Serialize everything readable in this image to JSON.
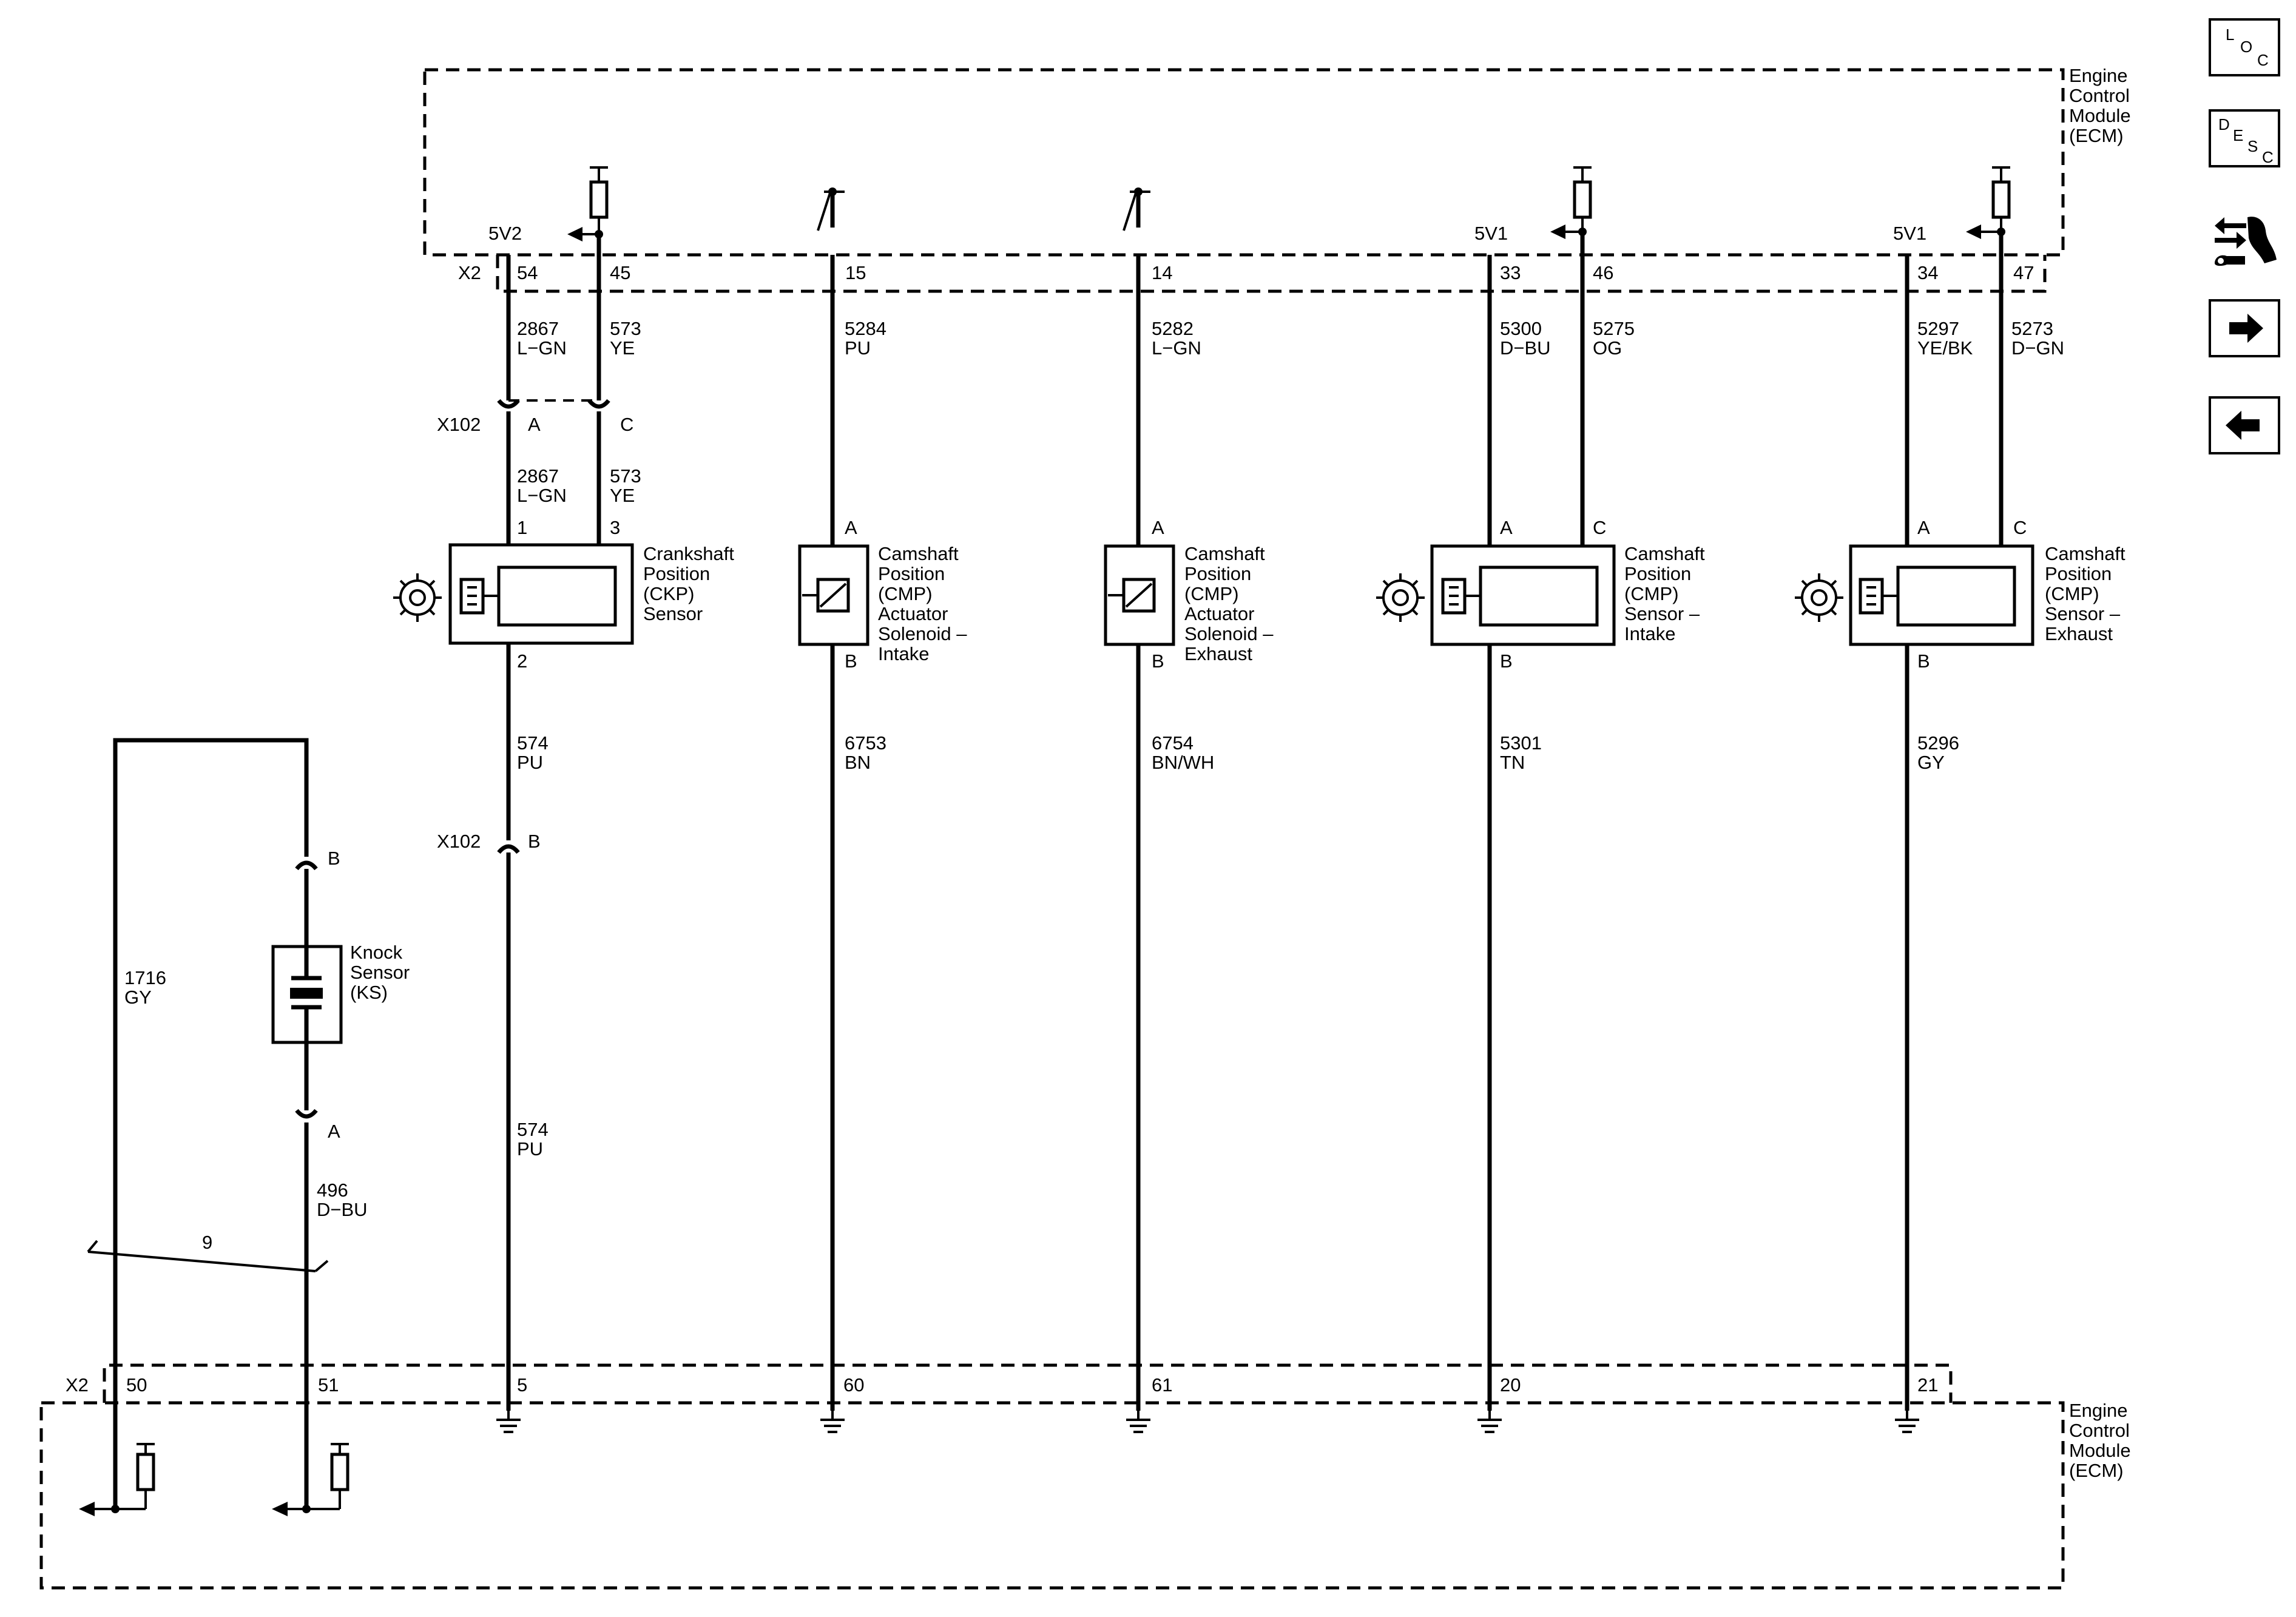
{
  "ecm_label": [
    "Engine",
    "Control",
    "Module",
    "(ECM)"
  ],
  "connectors": {
    "x2": "X2",
    "x102": "X102"
  },
  "refs": {
    "v1": "5V1",
    "v2": "5V2"
  },
  "pins_top": [
    "54",
    "45",
    "15",
    "14",
    "33",
    "46",
    "34",
    "47"
  ],
  "pins_bottom": [
    "50",
    "51",
    "5",
    "60",
    "61",
    "20",
    "21"
  ],
  "wires": [
    {
      "circuit": "2867",
      "color": "L−GN"
    },
    {
      "circuit": "573",
      "color": "YE"
    },
    {
      "circuit": "5284",
      "color": "PU"
    },
    {
      "circuit": "5282",
      "color": "L−GN"
    },
    {
      "circuit": "5300",
      "color": "D−BU"
    },
    {
      "circuit": "5275",
      "color": "OG"
    },
    {
      "circuit": "5297",
      "color": "YE/BK"
    },
    {
      "circuit": "5273",
      "color": "D−GN"
    },
    {
      "circuit": "574",
      "color": "PU"
    },
    {
      "circuit": "6753",
      "color": "BN"
    },
    {
      "circuit": "6754",
      "color": "BN/WH"
    },
    {
      "circuit": "5301",
      "color": "TN"
    },
    {
      "circuit": "5296",
      "color": "GY"
    },
    {
      "circuit": "1716",
      "color": "GY"
    },
    {
      "circuit": "496",
      "color": "D−BU"
    }
  ],
  "terminals": {
    "a": "A",
    "b": "B",
    "c": "C",
    "t1": "1",
    "t2": "2",
    "t3": "3"
  },
  "components": {
    "ckp": [
      "Crankshaft",
      "Position",
      "(CKP)",
      "Sensor"
    ],
    "cmp_act_intake": [
      "Camshaft",
      "Position",
      "(CMP)",
      "Actuator",
      "Solenoid –",
      "Intake"
    ],
    "cmp_act_exhaust": [
      "Camshaft",
      "Position",
      "(CMP)",
      "Actuator",
      "Solenoid –",
      "Exhaust"
    ],
    "cmp_sensor_intake": [
      "Camshaft",
      "Position",
      "(CMP)",
      "Sensor –",
      "Intake"
    ],
    "cmp_sensor_exhaust": [
      "Camshaft",
      "Position",
      "(CMP)",
      "Sensor –",
      "Exhaust"
    ],
    "knock": [
      "Knock",
      "Sensor",
      "(KS)"
    ]
  },
  "twist_label": "9",
  "nav": {
    "loc": [
      "L",
      "O",
      "C"
    ],
    "desc": [
      "D",
      "E",
      "S",
      "C"
    ]
  }
}
